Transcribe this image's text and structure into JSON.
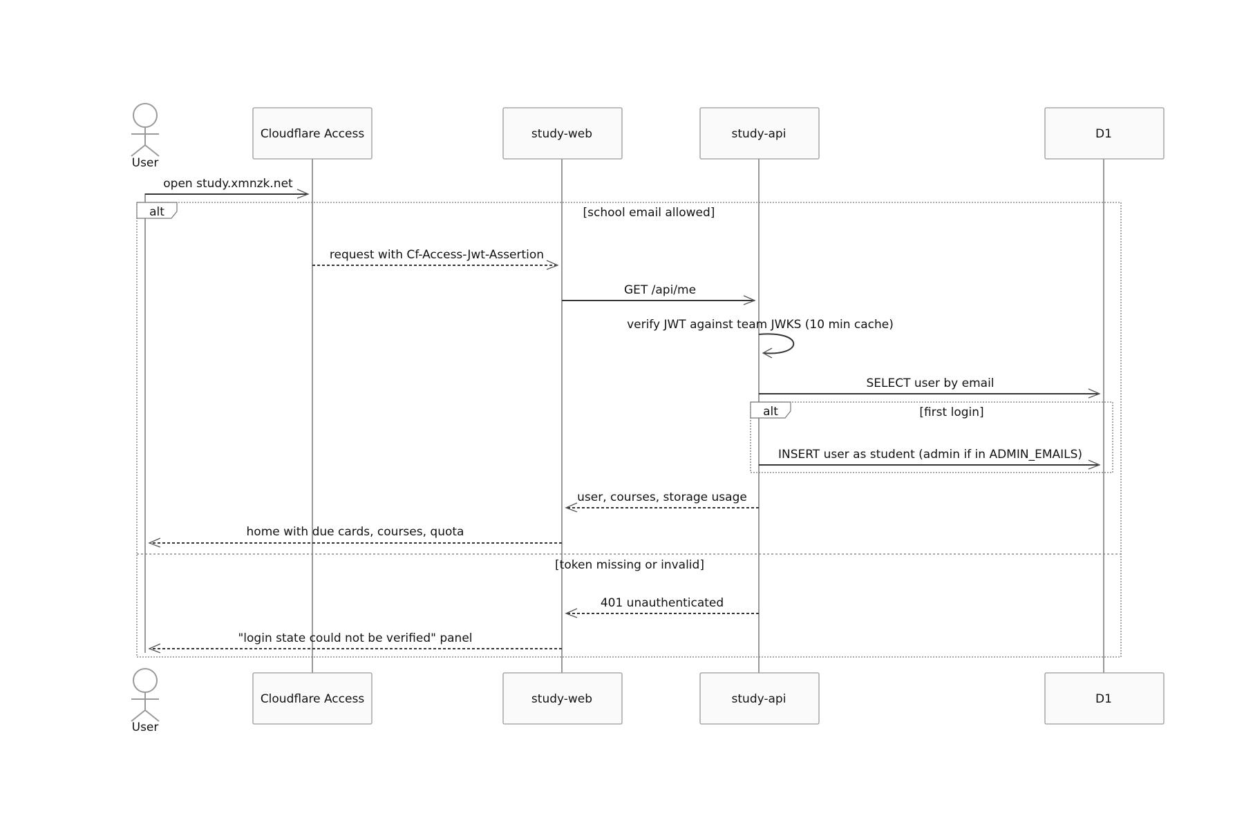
{
  "participants": [
    {
      "id": "user",
      "label": "User",
      "kind": "actor"
    },
    {
      "id": "cf",
      "label": "Cloudflare Access",
      "kind": "box"
    },
    {
      "id": "web",
      "label": "study-web",
      "kind": "box"
    },
    {
      "id": "api",
      "label": "study-api",
      "kind": "box"
    },
    {
      "id": "d1",
      "label": "D1",
      "kind": "box"
    }
  ],
  "messages": [
    {
      "from": "user",
      "to": "cf",
      "label": "open study.xmnzk.net",
      "style": "solid"
    },
    {
      "from": "cf",
      "to": "web",
      "label": "request with Cf-Access-Jwt-Assertion",
      "style": "dashed"
    },
    {
      "from": "web",
      "to": "api",
      "label": "GET /api/me",
      "style": "solid"
    },
    {
      "from": "api",
      "to": "api",
      "label": "verify JWT against team JWKS (10 min cache)",
      "style": "self"
    },
    {
      "from": "api",
      "to": "d1",
      "label": "SELECT user by email",
      "style": "solid"
    },
    {
      "from": "api",
      "to": "d1",
      "label": "INSERT user as student (admin if in ADMIN_EMAILS)",
      "style": "solid"
    },
    {
      "from": "api",
      "to": "web",
      "label": "user, courses, storage usage",
      "style": "dashed"
    },
    {
      "from": "web",
      "to": "user",
      "label": "home with due cards, courses, quota",
      "style": "dashed"
    },
    {
      "from": "api",
      "to": "web",
      "label": "401 unauthenticated",
      "style": "dashed"
    },
    {
      "from": "web",
      "to": "user",
      "label": "\"login state could not be verified\" panel",
      "style": "dashed"
    }
  ],
  "fragments": [
    {
      "kind": "alt",
      "label": "alt",
      "conditions": [
        "[school email allowed]",
        "[token missing or invalid]"
      ]
    },
    {
      "kind": "alt",
      "label": "alt",
      "conditions": [
        "[first login]"
      ]
    }
  ]
}
